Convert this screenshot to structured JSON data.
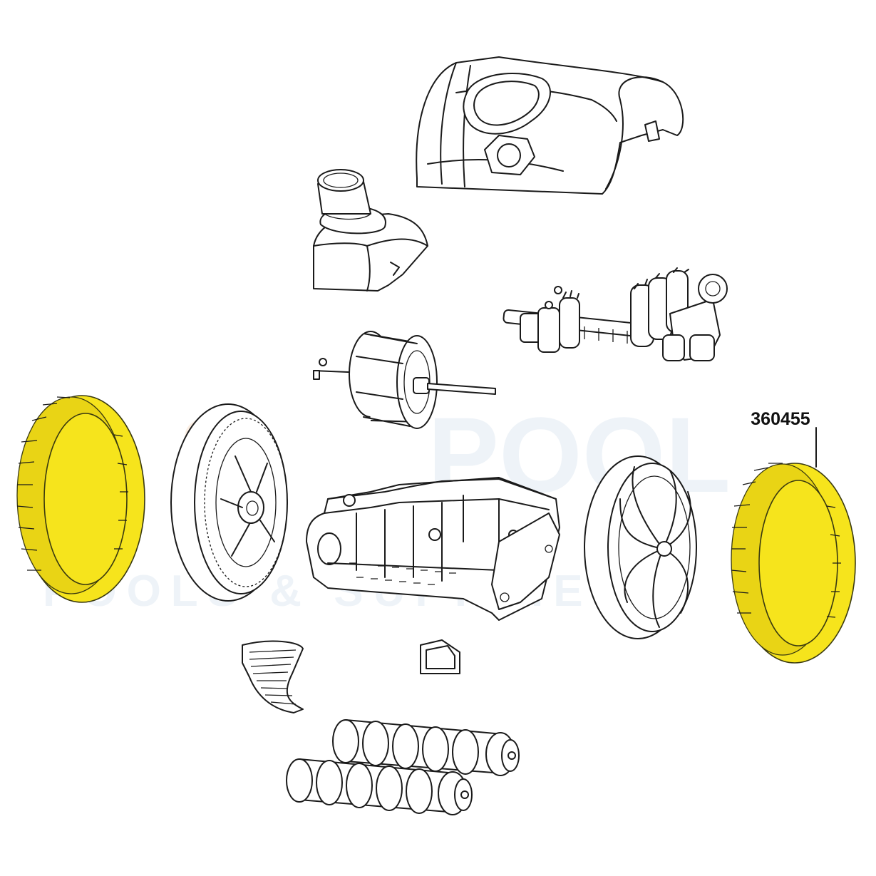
{
  "diagram": {
    "callout": {
      "part_number": "360455"
    },
    "watermark": {
      "line1": "POOL",
      "line2": "POOLS & SUPPLIES"
    },
    "colors": {
      "highlight": "#f6e41c",
      "line": "#1a1a1a",
      "background": "#ffffff"
    }
  }
}
